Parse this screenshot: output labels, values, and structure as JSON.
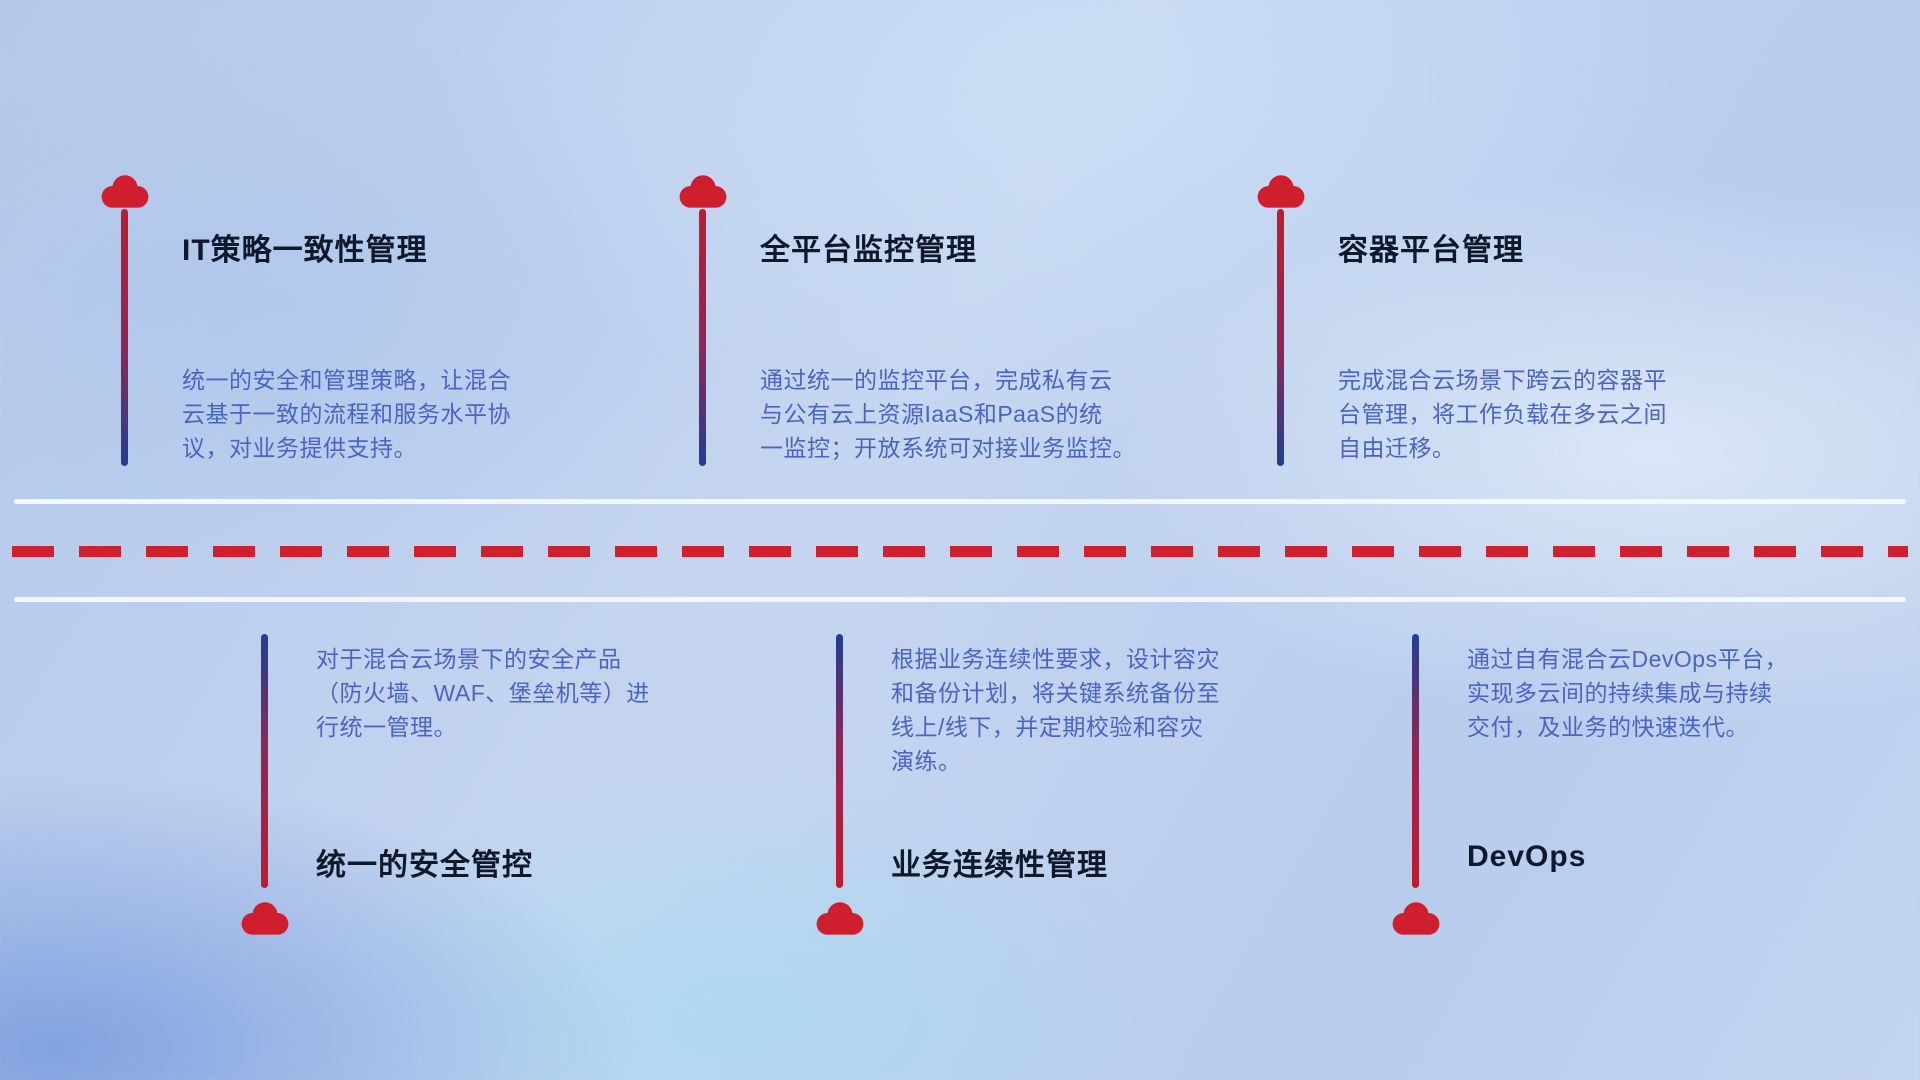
{
  "colors": {
    "accent_red": "#ce2130",
    "title_text": "#10192c",
    "body_text": "#4a64c4",
    "line_blue": "#203e90",
    "divider_white": "#f6faff"
  },
  "icons": {
    "item_marker": "cloud-icon"
  },
  "top_items": [
    {
      "title": "IT策略一致性管理",
      "description": "统一的安全和管理策略，让混合\n云基于一致的流程和服务水平协\n议，对业务提供支持。"
    },
    {
      "title": "全平台监控管理",
      "description": "通过统一的监控平台，完成私有云\n与公有云上资源IaaS和PaaS的统\n一监控；开放系统可对接业务监控。"
    },
    {
      "title": "容器平台管理",
      "description": "完成混合云场景下跨云的容器平\n台管理，将工作负载在多云之间\n自由迁移。"
    }
  ],
  "bottom_items": [
    {
      "title": "统一的安全管控",
      "description": "对于混合云场景下的安全产品\n（防火墙、WAF、堡垒机等）进\n行统一管理。"
    },
    {
      "title": "业务连续性管理",
      "description": "根据业务连续性要求，设计容灾\n和备份计划，将关键系统备份至\n线上/线下，并定期校验和容灾\n演练。"
    },
    {
      "title": "DevOps",
      "description": "通过自有混合云DevOps平台，\n实现多云间的持续集成与持续\n交付，及业务的快速迭代。"
    }
  ]
}
